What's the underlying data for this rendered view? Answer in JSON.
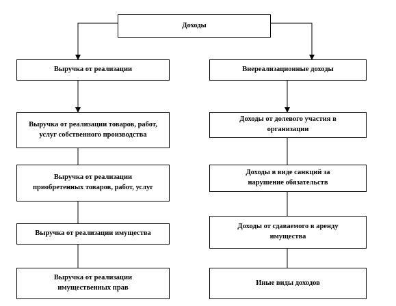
{
  "diagram": {
    "root": "Доходы",
    "left": {
      "header": "Выручка от реализации",
      "items": [
        "Выручка от реализации товаров, работ, услуг собственного производства",
        "Выручка от реализации приобретенных товаров, работ, услуг",
        "Выручка от реализации имущества",
        "Выручка от реализации имущественных прав"
      ]
    },
    "right": {
      "header": "Внереализационные доходы",
      "items": [
        "Доходы от долевого участия в организации",
        "Доходы в виде санкций за нарушение обязательств",
        "Доходы от сдаваемого в аренду имущества",
        "Иные виды доходов"
      ]
    }
  }
}
